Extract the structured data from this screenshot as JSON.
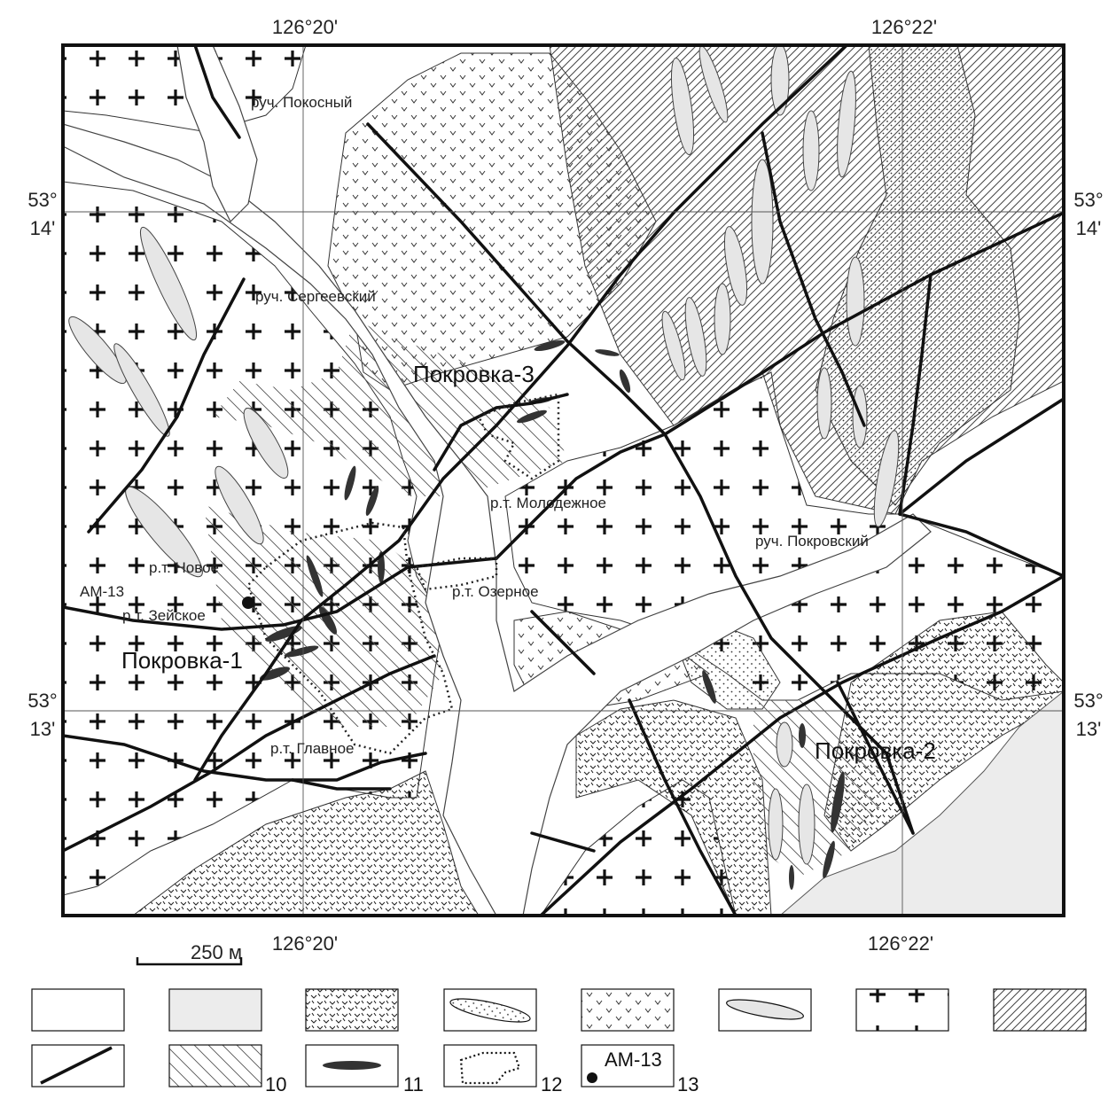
{
  "coords": {
    "top_left_lon": "126°20'",
    "top_right_lon": "126°22'",
    "bottom_left_lon": "126°20'",
    "bottom_right_lon": "126°22'",
    "lat_upper_deg": "53°",
    "lat_upper_min": "14'",
    "lat_lower_deg": "53°",
    "lat_lower_min": "13'"
  },
  "streams": {
    "pokosny": "руч. Покосный",
    "sergeevsky": "руч. Сергеевский",
    "pokrovsky": "руч. Покровский"
  },
  "pits": {
    "molodezhnoe": "р.т. Молодежное",
    "ozernoe": "р.т. Озерное",
    "novoe": "р.т. Новое",
    "zeyskoe": "р.т. Зейское",
    "glavnoe": "р.т. Главное"
  },
  "deposits": {
    "pokrovka1": "Покровка-1",
    "pokrovka2": "Покровка-2",
    "pokrovka3": "Покровка-3"
  },
  "sample": "AM-13",
  "scale_label": "250 м",
  "legend_numbers": [
    "10",
    "11",
    "12",
    "13"
  ],
  "legend_sample_label": "AM-13"
}
